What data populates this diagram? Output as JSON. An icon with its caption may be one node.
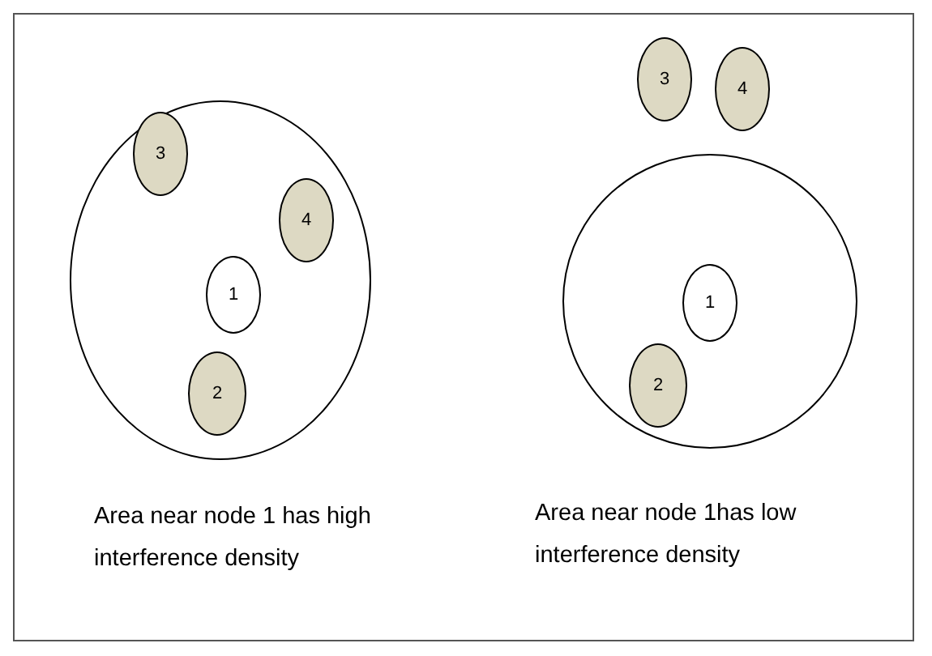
{
  "diagram": {
    "nodes": [
      {
        "text": [],
        "shape": "circle"
      },
      {
        "text": [
          "3"
        ],
        "in": 0
      },
      {
        "text": [
          "4"
        ],
        "in": 0
      },
      {
        "text": [
          "1"
        ],
        "in": 0
      },
      {
        "text": [
          "2"
        ],
        "in": 0
      },
      {
        "text": [
          "3"
        ]
      },
      {
        "text": [
          "4"
        ]
      },
      {
        "text": [],
        "shape": "circle"
      },
      {
        "text": [
          "1"
        ],
        "in": 7
      },
      {
        "text": [
          "2"
        ],
        "in": 7
      }
    ],
    "edges": [],
    "labels": [
      "Area near node 1 has high interference density",
      "Area near node 1has low interference density"
    ]
  }
}
